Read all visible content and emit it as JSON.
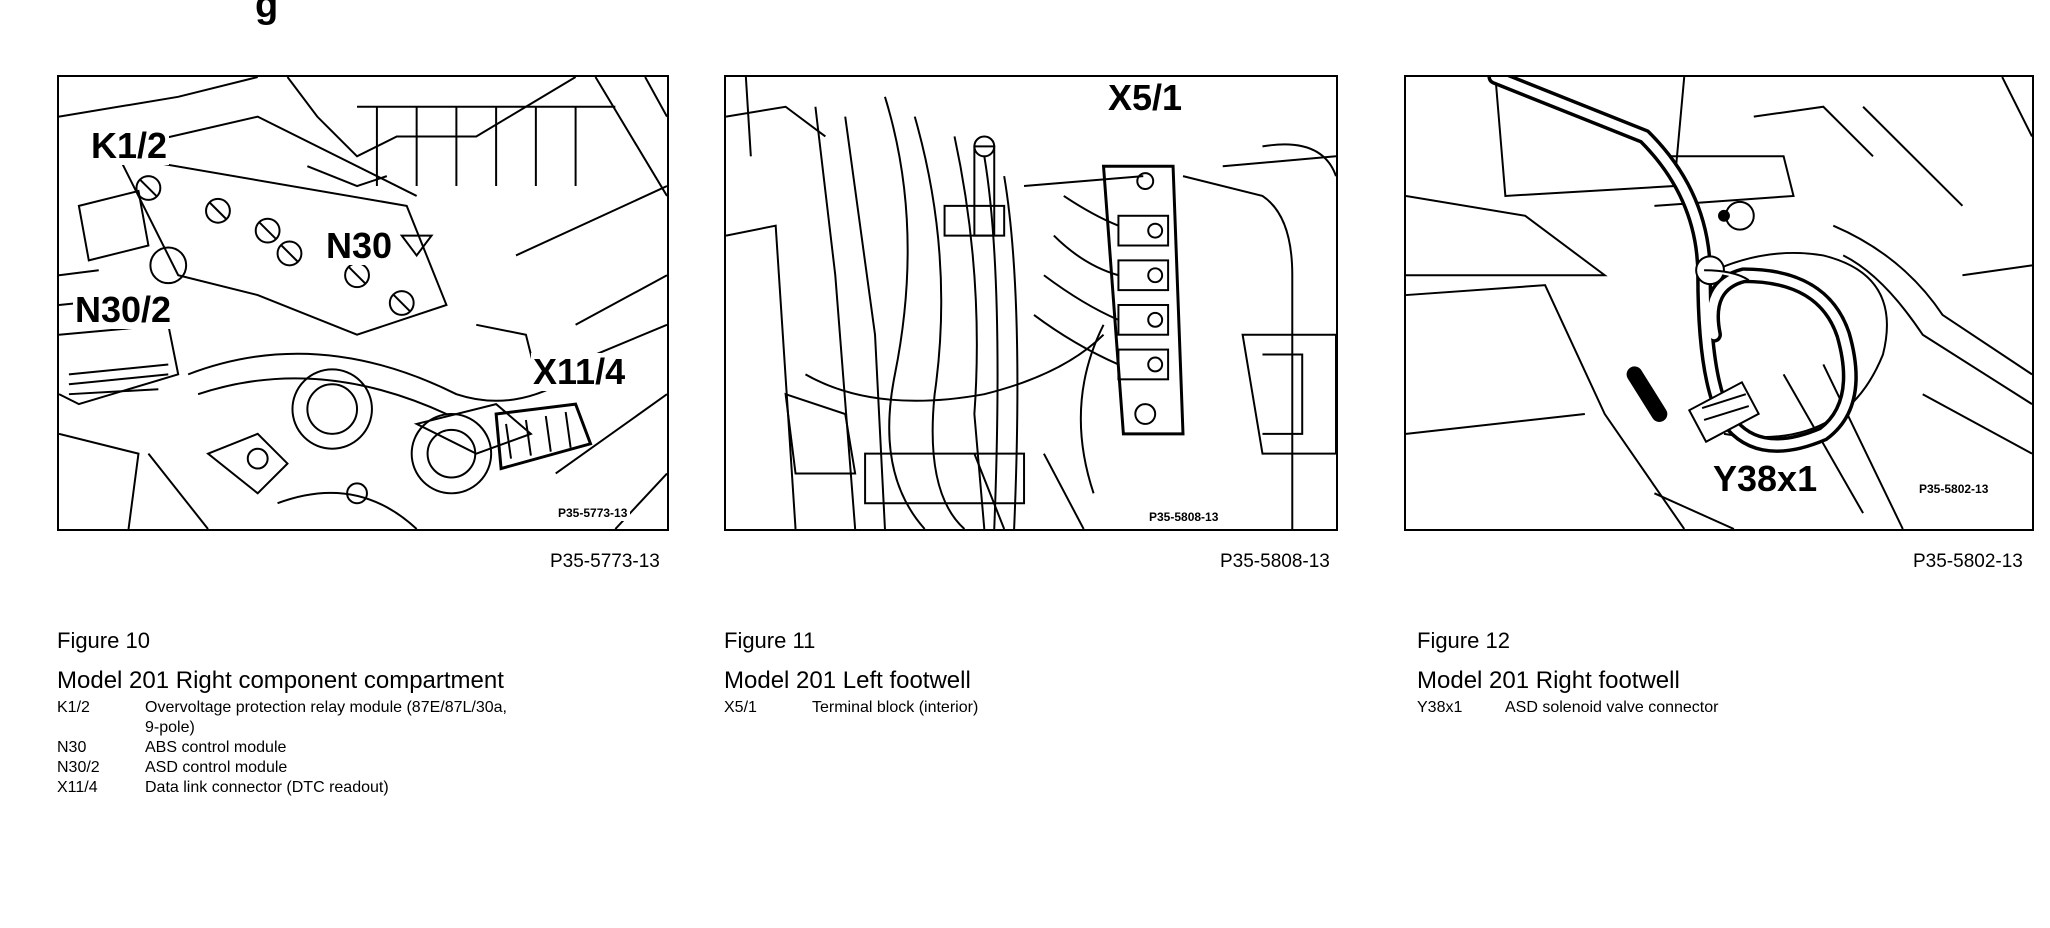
{
  "header_fragment": "g",
  "figures": [
    {
      "id": "fig10",
      "photo_code": "P35-5773-13",
      "stamp": "P35-5773-13",
      "callouts": [
        "K1/2",
        "N30",
        "N30/2",
        "X11/4"
      ],
      "figure_label": "Figure 10",
      "title": "Model 201  Right component compartment",
      "legend": [
        {
          "code": "K1/2",
          "desc": "Overvoltage protection relay module (87E/87L/30a, 9-pole)"
        },
        {
          "code": "N30",
          "desc": "ABS control module"
        },
        {
          "code": "N30/2",
          "desc": "ASD control module"
        },
        {
          "code": "X11/4",
          "desc": "Data link connector (DTC readout)"
        }
      ]
    },
    {
      "id": "fig11",
      "photo_code": "P35-5808-13",
      "stamp": "P35-5808-13",
      "callouts": [
        "X5/1"
      ],
      "figure_label": "Figure 11",
      "title": "Model 201  Left footwell",
      "legend": [
        {
          "code": "X5/1",
          "desc": "Terminal block (interior)"
        }
      ]
    },
    {
      "id": "fig12",
      "photo_code": "P35-5802-13",
      "stamp": "P35-5802-13",
      "callouts": [
        "Y38x1"
      ],
      "figure_label": "Figure 12",
      "title": "Model 201  Right footwell",
      "legend": [
        {
          "code": "Y38x1",
          "desc": "ASD solenoid valve connector"
        }
      ]
    }
  ]
}
